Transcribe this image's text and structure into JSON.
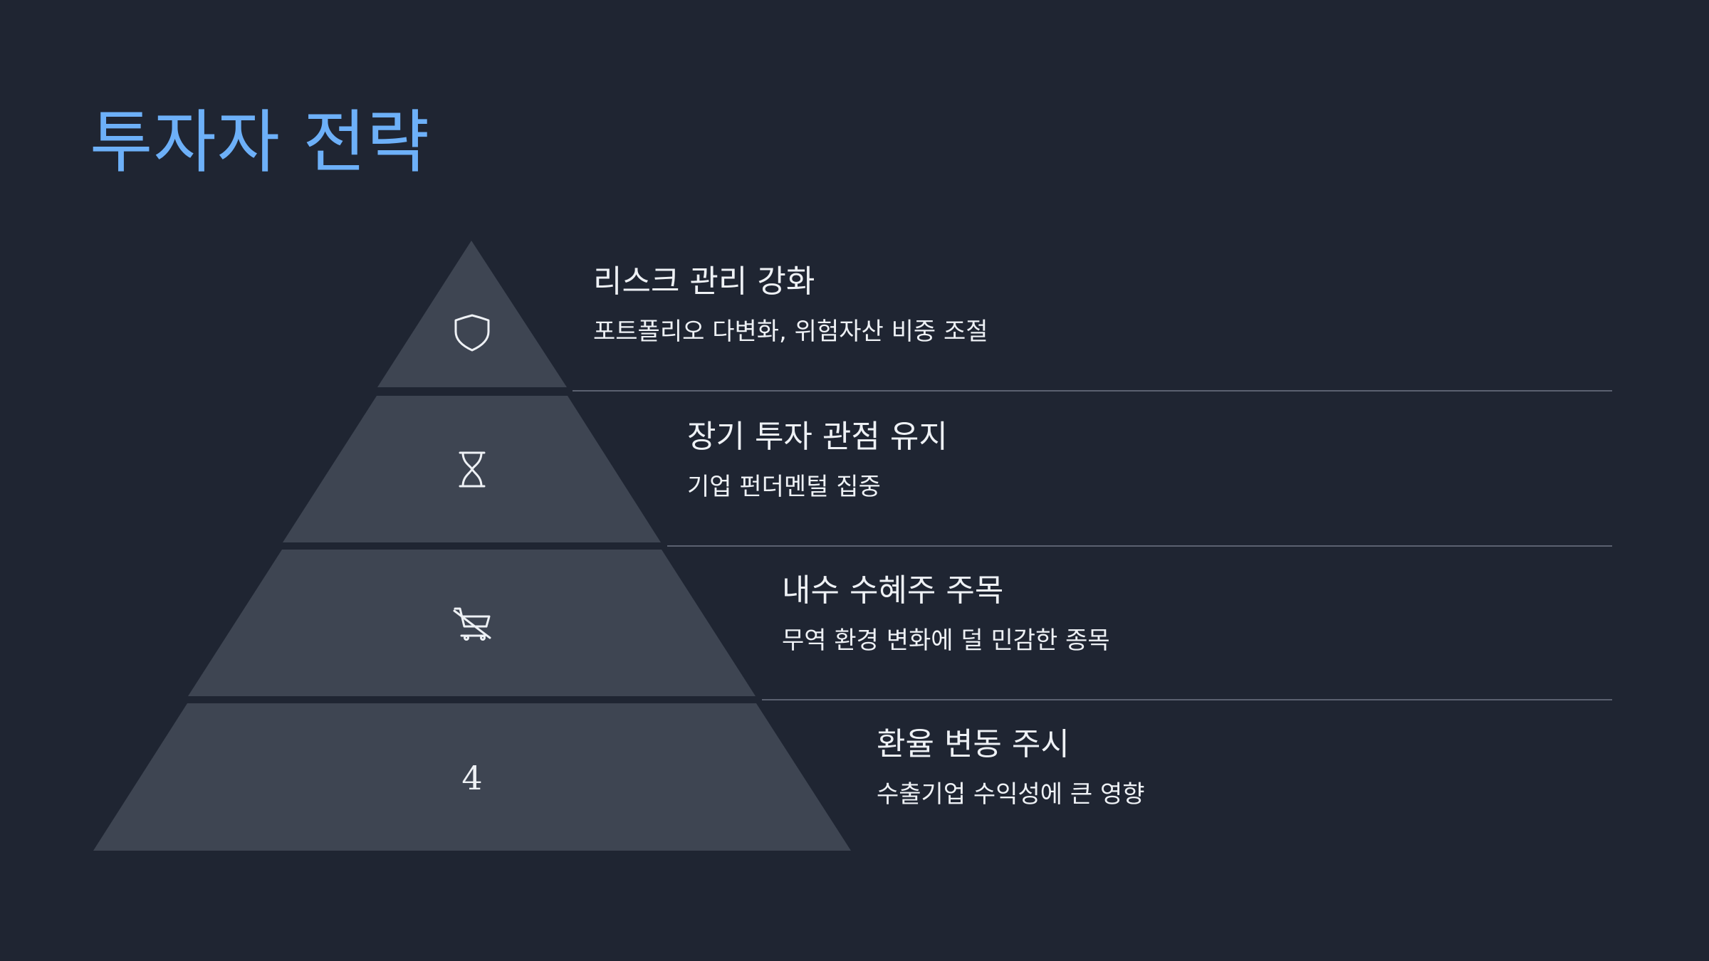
{
  "title": "투자자 전략",
  "colors": {
    "background": "#1f2532",
    "title": "#6db0f8",
    "tier_fill": "#3e4552",
    "divider": "#5b6170",
    "text": "#eef1f5"
  },
  "levels": [
    {
      "title": "리스크 관리 강화",
      "description": "포트폴리오 다변화, 위험자산 비중 조절",
      "icon": "shield-icon"
    },
    {
      "title": "장기 투자 관점 유지",
      "description": "기업 펀더멘털 집중",
      "icon": "hourglass-icon"
    },
    {
      "title": "내수 수혜주 주목",
      "description": "무역 환경 변화에 덜 민감한 종목",
      "icon": "crossed-out-cart-icon"
    },
    {
      "title": "환율 변동 주시",
      "description": "수출기업 수익성에 큰 영향",
      "icon_label": "4"
    }
  ]
}
